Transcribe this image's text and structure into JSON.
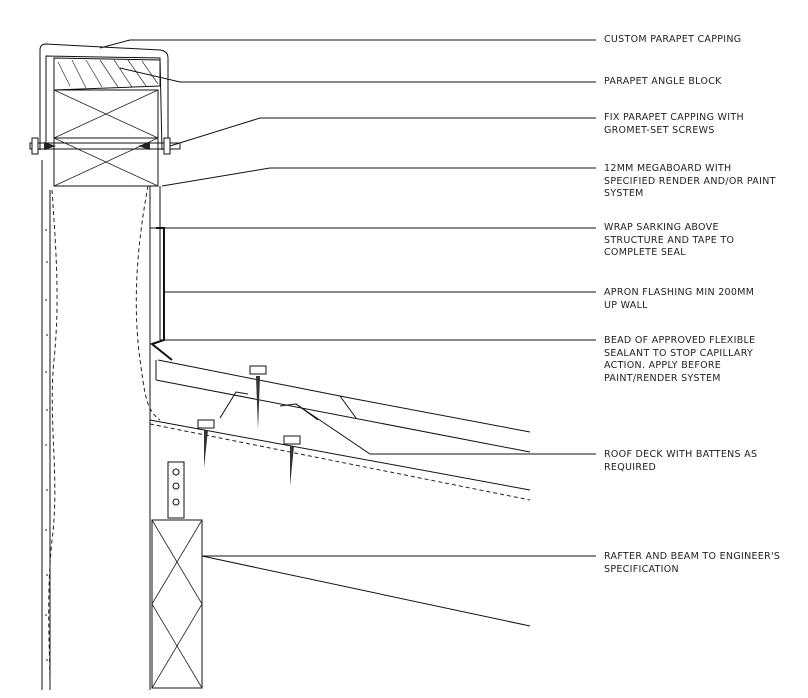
{
  "labels": [
    {
      "id": "custom-parapet-capping",
      "text": "CUSTOM PARAPET CAPPING"
    },
    {
      "id": "parapet-angle-block",
      "text": "PARAPET ANGLE BLOCK"
    },
    {
      "id": "fix-parapet-capping",
      "text": "FIX PARAPET CAPPING WITH\nGROMET-SET SCREWS"
    },
    {
      "id": "megaboard",
      "text": "12MM MEGABOARD  WITH\nSPECIFIED RENDER AND/OR PAINT\nSYSTEM"
    },
    {
      "id": "wrap-sarking",
      "text": "WRAP SARKING ABOVE\nSTRUCTURE AND TAPE TO\nCOMPLETE SEAL"
    },
    {
      "id": "apron-flashing",
      "text": "APRON FLASHING MIN 200MM\nUP WALL"
    },
    {
      "id": "bead-sealant",
      "text": "BEAD OF APPROVED FLEXIBLE\nSEALANT TO STOP CAPILLARY\nACTION. APPLY BEFORE\nPAINT/RENDER SYSTEM"
    },
    {
      "id": "roof-deck",
      "text": "ROOF DECK WITH BATTENS AS\nREQUIRED"
    },
    {
      "id": "rafter-beam",
      "text": "RAFTER AND BEAM TO ENGINEER'S\nSPECIFICATION"
    }
  ]
}
